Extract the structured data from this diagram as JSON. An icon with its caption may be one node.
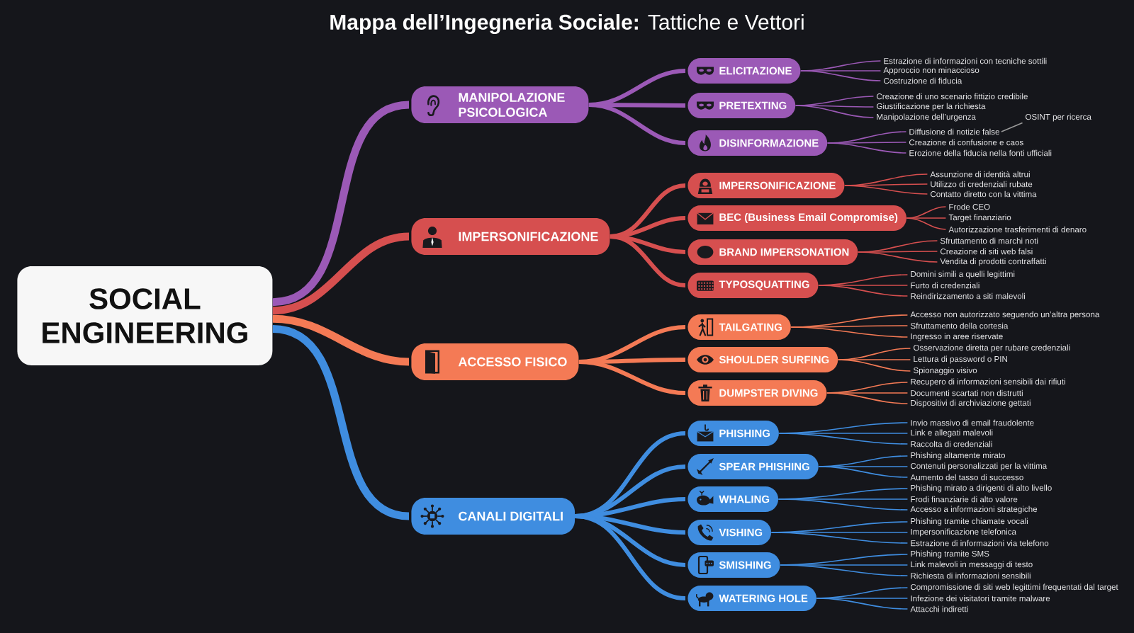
{
  "diagram": {
    "title": "**Mappa dell’Ingegneria Sociale:** Tattiche e Vettori",
    "nodes": [
      {
        "text": [
          "SOCIAL ENGINEERING"
        ]
      },
      {
        "text": [
          "MANIPOLAZIONE PSICOLOGICA"
        ]
      },
      {
        "text": [
          "ELICITAZIONE"
        ]
      },
      {
        "text": [
          "Estrazione di informazioni con tecniche sottili"
        ]
      },
      {
        "text": [
          "Approccio non minaccioso"
        ]
      },
      {
        "text": [
          "Costruzione di fiducia"
        ]
      },
      {
        "text": [
          "PRETEXTING"
        ]
      },
      {
        "text": [
          "Creazione di uno scenario fittizio credibile"
        ]
      },
      {
        "text": [
          "Giustificazione per la richiesta"
        ]
      },
      {
        "text": [
          "Manipolazione dell’urgenza"
        ]
      },
      {
        "text": [
          "DISINFORMAZIONE"
        ]
      },
      {
        "text": [
          "Diffusione di notizie false"
        ]
      },
      {
        "text": [
          "OSINT per ricerca"
        ]
      },
      {
        "text": [
          "Creazione di confusione e caos"
        ]
      },
      {
        "text": [
          "Erozione della fiducia nella fonti ufficiali"
        ]
      },
      {
        "text": [
          "IMPERSONIFICAZIONE"
        ]
      },
      {
        "text": [
          "IMPERSONIFICAZIONE"
        ]
      },
      {
        "text": [
          "Assunzione di identità altrui"
        ]
      },
      {
        "text": [
          "Utilizzo di credenziali rubate"
        ]
      },
      {
        "text": [
          "Contatto diretto con la vittima"
        ]
      },
      {
        "text": [
          "BEC (Business Email Compromise)"
        ]
      },
      {
        "text": [
          "Frode CEO"
        ]
      },
      {
        "text": [
          "Target finanziario"
        ]
      },
      {
        "text": [
          "Autorizzazione trasferimenti di denaro"
        ]
      },
      {
        "text": [
          "BRAND IMPERSONATION"
        ]
      },
      {
        "text": [
          "Sfruttamento di marchi noti"
        ]
      },
      {
        "text": [
          "Creazione di siti web falsi"
        ]
      },
      {
        "text": [
          "Vendita di prodotti contraffatti"
        ]
      },
      {
        "text": [
          "TYPOSQUATTING"
        ]
      },
      {
        "text": [
          "Domini simili a quelli legittimi"
        ]
      },
      {
        "text": [
          "Furto di credenziali"
        ]
      },
      {
        "text": [
          "Reindirizzamento a siti malevoli"
        ]
      },
      {
        "text": [
          "ACCESSO FISICO"
        ]
      },
      {
        "text": [
          "TAILGATING"
        ]
      },
      {
        "text": [
          "Accesso non autorizzato seguendo un’altra persona"
        ]
      },
      {
        "text": [
          "Sfruttamento della cortesia"
        ]
      },
      {
        "text": [
          "Ingresso in aree riservate"
        ]
      },
      {
        "text": [
          "SHOULDER SURFING"
        ]
      },
      {
        "text": [
          "Osservazione diretta per rubare credenziali"
        ]
      },
      {
        "text": [
          "Lettura di password o PIN"
        ]
      },
      {
        "text": [
          "Spionaggio visivo"
        ]
      },
      {
        "text": [
          "DUMPSTER DIVING"
        ]
      },
      {
        "text": [
          "Recupero di informazioni sensibili dai rifiuti"
        ]
      },
      {
        "text": [
          "Documenti scartati non distrutti"
        ]
      },
      {
        "text": [
          "Dispositivi di archiviazione gettati"
        ]
      },
      {
        "text": [
          "CANALI DIGITALI"
        ]
      },
      {
        "text": [
          "PHISHING"
        ]
      },
      {
        "text": [
          "Invio massivo di email fraudolente"
        ]
      },
      {
        "text": [
          "Link e allegati malevoli"
        ]
      },
      {
        "text": [
          "Raccolta di credenziali"
        ]
      },
      {
        "text": [
          "SPEAR PHISHING"
        ]
      },
      {
        "text": [
          "Phishing altamente mirato"
        ]
      },
      {
        "text": [
          "Contenuti personalizzati per la vittima"
        ]
      },
      {
        "text": [
          "Aumento del tasso di successo"
        ]
      },
      {
        "text": [
          "WHALING"
        ]
      },
      {
        "text": [
          "Phishing mirato a dirigenti di alto livello"
        ]
      },
      {
        "text": [
          "Frodi finanziarie di alto valore"
        ]
      },
      {
        "text": [
          "Accesso a informazioni strategiche"
        ]
      },
      {
        "text": [
          "VISHING"
        ]
      },
      {
        "text": [
          "Phishing tramite chiamate vocali"
        ]
      },
      {
        "text": [
          "Impersonificazione telefonica"
        ]
      },
      {
        "text": [
          "Estrazione di informazioni via telefono"
        ]
      },
      {
        "text": [
          "SMISHING"
        ]
      },
      {
        "text": [
          "Phishing tramite SMS"
        ]
      },
      {
        "text": [
          "Link malevoli in messaggi di testo"
        ]
      },
      {
        "text": [
          "Richiesta di informazioni sensibili"
        ]
      },
      {
        "text": [
          "WATERING HOLE"
        ]
      },
      {
        "text": [
          "Compromissione di siti web legittimi frequentati dal target"
        ]
      },
      {
        "text": [
          "Infezione dei visitatori tramite malware"
        ]
      },
      {
        "text": [
          "Attacchi indiretti"
        ]
      }
    ],
    "edges": [
      {
        "from": 0,
        "to": 1,
        "arrow": "none",
        "style": "thick",
        "color": "#9b59b6"
      },
      {
        "from": 1,
        "to": 2,
        "arrow": "none",
        "style": "thick",
        "color": "#9b59b6"
      },
      {
        "from": 2,
        "to": 3,
        "arrow": "none",
        "color": "#9b59b6"
      },
      {
        "from": 2,
        "to": 4,
        "arrow": "none",
        "color": "#9b59b6"
      },
      {
        "from": 2,
        "to": 5,
        "arrow": "none",
        "color": "#9b59b6"
      },
      {
        "from": 1,
        "to": 6,
        "arrow": "none",
        "style": "thick",
        "color": "#9b59b6"
      },
      {
        "from": 6,
        "to": 7,
        "arrow": "none",
        "color": "#9b59b6"
      },
      {
        "from": 6,
        "to": 8,
        "arrow": "none",
        "color": "#9b59b6"
      },
      {
        "from": 6,
        "to": 9,
        "arrow": "none",
        "color": "#9b59b6"
      },
      {
        "from": 1,
        "to": 10,
        "arrow": "none",
        "style": "thick",
        "color": "#9b59b6"
      },
      {
        "from": 10,
        "to": 11,
        "arrow": "none",
        "color": "#9b59b6"
      },
      {
        "from": 11,
        "to": 12,
        "arrow": "none",
        "color": "#9a9a9a"
      },
      {
        "from": 10,
        "to": 13,
        "arrow": "none",
        "color": "#9b59b6"
      },
      {
        "from": 10,
        "to": 14,
        "arrow": "none",
        "color": "#9b59b6"
      },
      {
        "from": 0,
        "to": 15,
        "arrow": "none",
        "style": "thick",
        "color": "#d64f4f"
      },
      {
        "from": 15,
        "to": 16,
        "arrow": "none",
        "style": "thick",
        "color": "#d64f4f"
      },
      {
        "from": 16,
        "to": 17,
        "arrow": "none",
        "color": "#d64f4f"
      },
      {
        "from": 16,
        "to": 18,
        "arrow": "none",
        "color": "#d64f4f"
      },
      {
        "from": 16,
        "to": 19,
        "arrow": "none",
        "color": "#d64f4f"
      },
      {
        "from": 15,
        "to": 20,
        "arrow": "none",
        "style": "thick",
        "color": "#d64f4f"
      },
      {
        "from": 20,
        "to": 21,
        "arrow": "none",
        "color": "#d64f4f"
      },
      {
        "from": 20,
        "to": 22,
        "arrow": "none",
        "color": "#d64f4f"
      },
      {
        "from": 20,
        "to": 23,
        "arrow": "none",
        "color": "#d64f4f"
      },
      {
        "from": 15,
        "to": 24,
        "arrow": "none",
        "style": "thick",
        "color": "#d64f4f"
      },
      {
        "from": 24,
        "to": 25,
        "arrow": "none",
        "color": "#d64f4f"
      },
      {
        "from": 24,
        "to": 26,
        "arrow": "none",
        "color": "#d64f4f"
      },
      {
        "from": 24,
        "to": 27,
        "arrow": "none",
        "color": "#d64f4f"
      },
      {
        "from": 15,
        "to": 28,
        "arrow": "none",
        "style": "thick",
        "color": "#d64f4f"
      },
      {
        "from": 28,
        "to": 29,
        "arrow": "none",
        "color": "#d64f4f"
      },
      {
        "from": 28,
        "to": 30,
        "arrow": "none",
        "color": "#d64f4f"
      },
      {
        "from": 28,
        "to": 31,
        "arrow": "none",
        "color": "#d64f4f"
      },
      {
        "from": 0,
        "to": 32,
        "arrow": "none",
        "style": "thick",
        "color": "#f47a55"
      },
      {
        "from": 32,
        "to": 33,
        "arrow": "none",
        "style": "thick",
        "color": "#f47a55"
      },
      {
        "from": 33,
        "to": 34,
        "arrow": "none",
        "color": "#f47a55"
      },
      {
        "from": 33,
        "to": 35,
        "arrow": "none",
        "color": "#f47a55"
      },
      {
        "from": 33,
        "to": 36,
        "arrow": "none",
        "color": "#f47a55"
      },
      {
        "from": 32,
        "to": 37,
        "arrow": "none",
        "style": "thick",
        "color": "#f47a55"
      },
      {
        "from": 37,
        "to": 38,
        "arrow": "none",
        "color": "#f47a55"
      },
      {
        "from": 37,
        "to": 39,
        "arrow": "none",
        "color": "#f47a55"
      },
      {
        "from": 37,
        "to": 40,
        "arrow": "none",
        "color": "#f47a55"
      },
      {
        "from": 32,
        "to": 41,
        "arrow": "none",
        "style": "thick",
        "color": "#f47a55"
      },
      {
        "from": 41,
        "to": 42,
        "arrow": "none",
        "color": "#f47a55"
      },
      {
        "from": 41,
        "to": 43,
        "arrow": "none",
        "color": "#f47a55"
      },
      {
        "from": 41,
        "to": 44,
        "arrow": "none",
        "color": "#f47a55"
      },
      {
        "from": 0,
        "to": 45,
        "arrow": "none",
        "style": "thick"
      },
      {
        "from": 45,
        "to": 46,
        "arrow": "none",
        "style": "thick"
      },
      {
        "from": 46,
        "to": 47,
        "arrow": "none"
      },
      {
        "from": 46,
        "to": 48,
        "arrow": "none"
      },
      {
        "from": 46,
        "to": 49,
        "arrow": "none"
      },
      {
        "from": 45,
        "to": 50,
        "arrow": "none",
        "style": "thick"
      },
      {
        "from": 50,
        "to": 51,
        "arrow": "none"
      },
      {
        "from": 50,
        "to": 52,
        "arrow": "none"
      },
      {
        "from": 50,
        "to": 53,
        "arrow": "none"
      },
      {
        "from": 45,
        "to": 54,
        "arrow": "none",
        "style": "thick"
      },
      {
        "from": 54,
        "to": 55,
        "arrow": "none"
      },
      {
        "from": 54,
        "to": 56,
        "arrow": "none"
      },
      {
        "from": 54,
        "to": 57,
        "arrow": "none"
      },
      {
        "from": 45,
        "to": 58,
        "arrow": "none",
        "style": "thick"
      },
      {
        "from": 58,
        "to": 59,
        "arrow": "none"
      },
      {
        "from": 58,
        "to": 60,
        "arrow": "none"
      },
      {
        "from": 58,
        "to": 61,
        "arrow": "none"
      },
      {
        "from": 45,
        "to": 62,
        "arrow": "none",
        "style": "thick"
      },
      {
        "from": 62,
        "to": 63,
        "arrow": "none"
      },
      {
        "from": 62,
        "to": 64,
        "arrow": "none"
      },
      {
        "from": 62,
        "to": 65,
        "arrow": "none"
      },
      {
        "from": 45,
        "to": 66,
        "arrow": "none",
        "style": "thick"
      },
      {
        "from": 66,
        "to": 67,
        "arrow": "none"
      },
      {
        "from": 66,
        "to": 68,
        "arrow": "none"
      },
      {
        "from": 66,
        "to": 69,
        "arrow": "none"
      }
    ]
  }
}
